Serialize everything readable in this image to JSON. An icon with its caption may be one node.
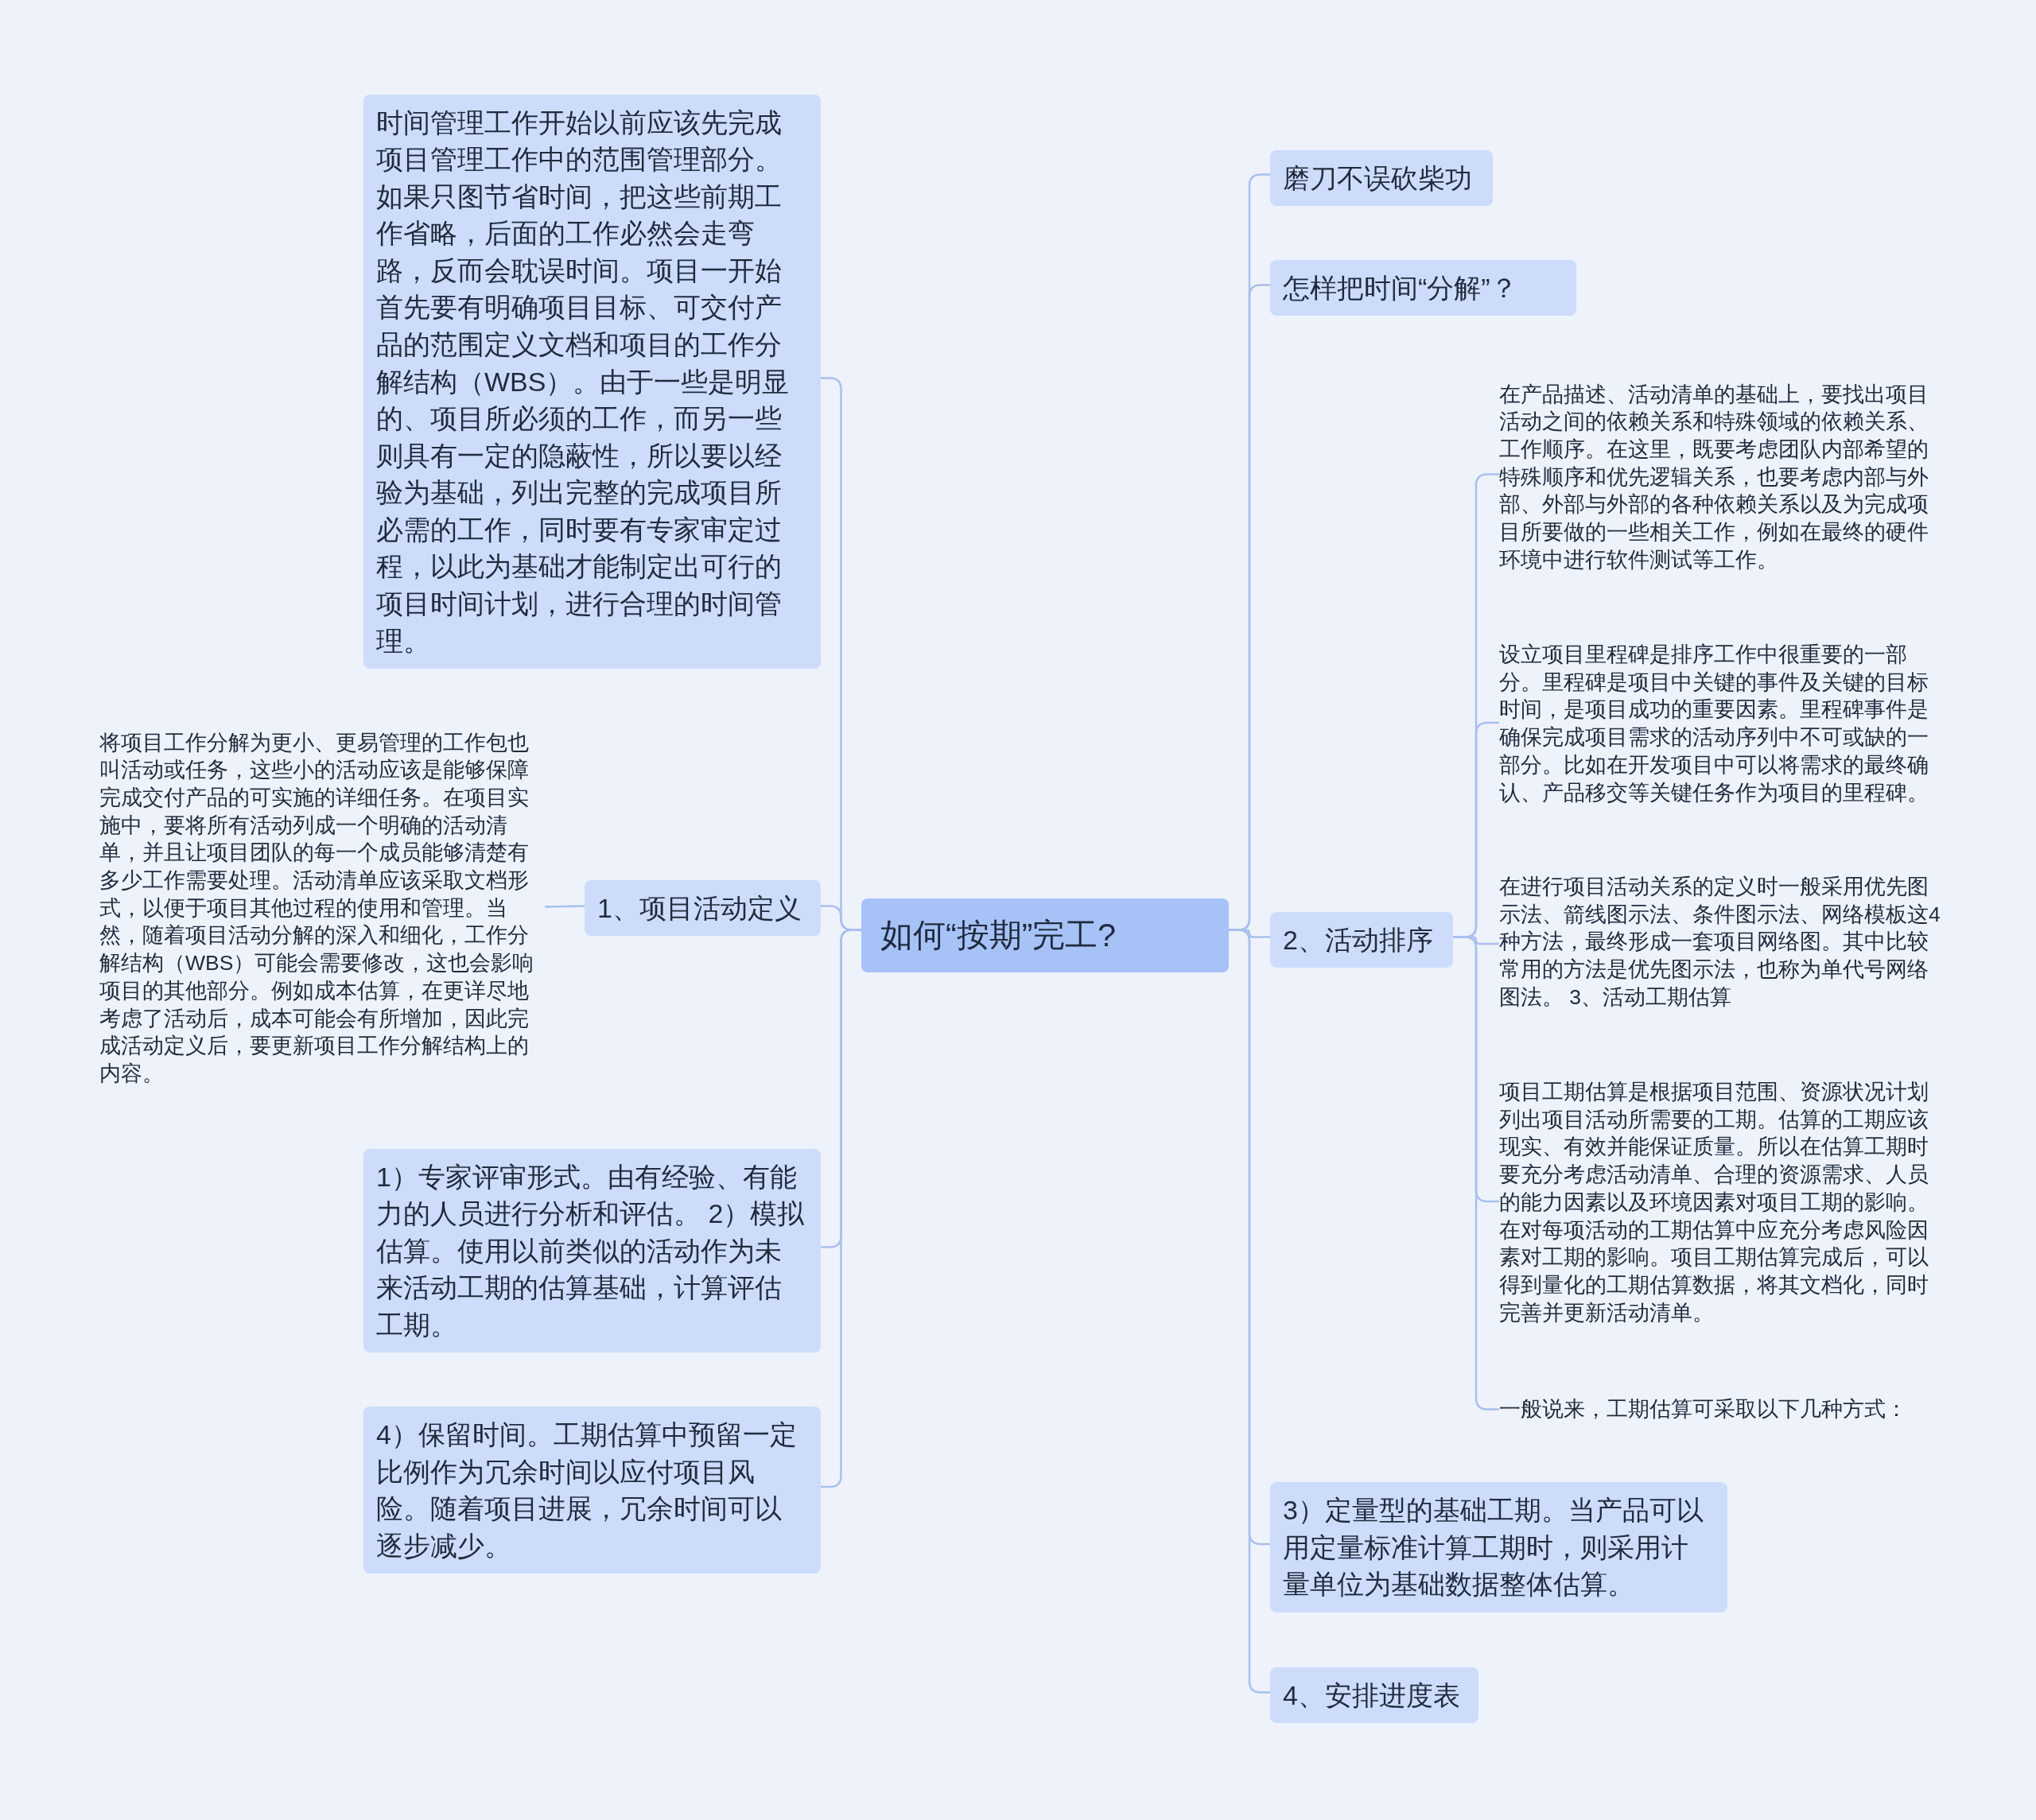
{
  "diagram": {
    "nodes": [
      {
        "text": [
          "如何“按期”完工?"
        ]
      },
      {
        "text": [
          "时间管理工作开始以前应该先完成项目管理工作中的范围管理部分。如果只图节省时间，把这些前期工作省略，后面的工作必然会走弯路，反而会耽误时间。项目一开始首先要有明确项目目标、可交付产品的范围定义文档和项目的工作分解结构（WBS）。由于一些是明显的、项目所必须的工作，而另一些则具有一定的隐蔽性，所以要以经验为基础，列出完整的完成项目所必需的工作，同时要有专家审定过程，以此为基础才能制定出可行的项目时间计划，进行合理的时间管理。"
        ]
      },
      {
        "text": [
          "1、项目活动定义"
        ]
      },
      {
        "text": [
          "将项目工作分解为更小、更易管理的工作包也叫活动或任务，这些小的活动应该是能够保障完成交付产品的可实施的详细任务。在项目实施中，要将所有活动列成一个明确的活动清单，并且让项目团队的每一个成员能够清楚有多少工作需要处理。活动清单应该采取文档形式，以便于项目其他过程的使用和管理。当然，随着项目活动分解的深入和细化，工作分解结构（WBS）可能会需要修改，这也会影响项目的其他部分。例如成本估算，在更详尽地考虑了活动后，成本可能会有所增加，因此完成活动定义后，要更新项目工作分解结构上的内容。"
        ]
      },
      {
        "text": [
          "1）专家评审形式。由有经验、有能力的人员进行分析和评估。 2）模拟估算。使用以前类似的活动作为未来活动工期的估算基础，计算评估工期。"
        ]
      },
      {
        "text": [
          "4）保留时间。工期估算中预留一定比例作为冗余时间以应付项目风险。随着项目进展，冗余时间可以逐步减少。"
        ]
      },
      {
        "text": [
          "磨刀不误砍柴功"
        ]
      },
      {
        "text": [
          "怎样把时间“分解”？"
        ]
      },
      {
        "text": [
          "2、活动排序"
        ]
      },
      {
        "text": [
          "在产品描述、活动清单的基础上，要找出项目活动之间的依赖关系和特殊领域的依赖关系、工作顺序。在这里，既要考虑团队内部希望的特殊顺序和优先逻辑关系，也要考虑内部与外部、外部与外部的各种依赖关系以及为完成项目所要做的一些相关工作，例如在最终的硬件环境中进行软件测试等工作。"
        ]
      },
      {
        "text": [
          "设立项目里程碑是排序工作中很重要的一部分。里程碑是项目中关键的事件及关键的目标时间，是项目成功的重要因素。里程碑事件是确保完成项目需求的活动序列中不可或缺的一部分。比如在开发项目中可以将需求的最终确认、产品移交等关键任务作为项目的里程碑。"
        ]
      },
      {
        "text": [
          "在进行项目活动关系的定义时一般采用优先图示法、箭线图示法、条件图示法、网络模板这4种方法，最终形成一套项目网络图。其中比较常用的方法是优先图示法，也称为单代号网络图法。 3、活动工期估算"
        ]
      },
      {
        "text": [
          "项目工期估算是根据项目范围、资源状况计划列出项目活动所需要的工期。估算的工期应该现实、有效并能保证质量。所以在估算工期时要充分考虑活动清单、合理的资源需求、人员的能力因素以及环境因素对项目工期的影响。在对每项活动的工期估算中应充分考虑风险因素对工期的影响。项目工期估算完成后，可以得到量化的工期估算数据，将其文档化，同时完善并更新活动清单。"
        ]
      },
      {
        "text": [
          "一般说来，工期估算可采取以下几种方式："
        ]
      },
      {
        "text": [
          "3）定量型的基础工期。当产品可以用定量标准计算工期时，则采用计量单位为基础数据整体估算。"
        ]
      },
      {
        "text": [
          "4、安排进度表"
        ]
      }
    ],
    "edges": [
      {
        "from": 0,
        "to": 1,
        "arrow": "none"
      },
      {
        "from": 0,
        "to": 2,
        "arrow": "none"
      },
      {
        "from": 2,
        "to": 3,
        "arrow": "none"
      },
      {
        "from": 0,
        "to": 4,
        "arrow": "none"
      },
      {
        "from": 0,
        "to": 5,
        "arrow": "none"
      },
      {
        "from": 0,
        "to": 6,
        "arrow": "none"
      },
      {
        "from": 0,
        "to": 7,
        "arrow": "none"
      },
      {
        "from": 0,
        "to": 8,
        "arrow": "none"
      },
      {
        "from": 8,
        "to": 9,
        "arrow": "none"
      },
      {
        "from": 8,
        "to": 10,
        "arrow": "none"
      },
      {
        "from": 8,
        "to": 11,
        "arrow": "none"
      },
      {
        "from": 8,
        "to": 12,
        "arrow": "none"
      },
      {
        "from": 8,
        "to": 13,
        "arrow": "none"
      },
      {
        "from": 0,
        "to": 14,
        "arrow": "none"
      },
      {
        "from": 0,
        "to": 15,
        "arrow": "none"
      }
    ]
  }
}
